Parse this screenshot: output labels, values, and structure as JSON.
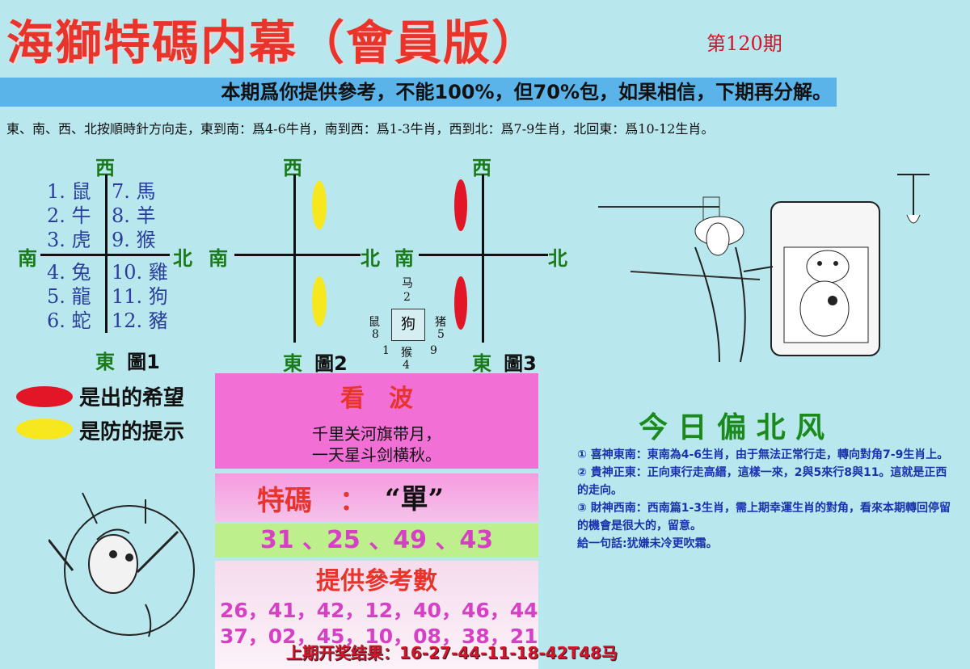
{
  "header": {
    "title": "海獅特碼内幕（會員版）",
    "issue": "第120期"
  },
  "banner": "本期爲你提供參考，不能100%，但70%包，如果相信，下期再分解。",
  "rule": "東、南、西、北按順時針方向走，東到南：爲4-6牛肖，南到西：爲1-3牛肖，西到北：爲7-9生肖，北回東：爲10-12生肖。",
  "directions": {
    "west": "西",
    "south": "南",
    "north": "北",
    "east": "東"
  },
  "figure1": {
    "label": "圖1",
    "left_top": [
      "1. 鼠",
      "2. 牛",
      "3. 虎"
    ],
    "right_top": [
      "7. 馬",
      "8. 羊",
      "9. 猴"
    ],
    "left_bottom": [
      "4. 兔",
      "5. 龍",
      "6. 蛇"
    ],
    "right_bottom": [
      "10. 雞",
      "11. 狗",
      "12. 豬"
    ]
  },
  "figure2": {
    "label": "圖2"
  },
  "figure3": {
    "label": "圖3"
  },
  "compass": {
    "center": "狗",
    "top_name": "马",
    "top_num": "2",
    "left_name": "鼠",
    "left_num": "8",
    "right_name": "猪",
    "right_num": "5",
    "bottom_name": "猴",
    "bottom_num": "4",
    "bottom_left_num": "1",
    "bottom_right_num": "9"
  },
  "legend": {
    "red_text": "是出的希望",
    "yellow_text": "是防的提示"
  },
  "center": {
    "heading": "看　波",
    "poem_line1": "千里关河旗带月，",
    "poem_line2": "一天星斗剑横秋。",
    "special_label": "特碼　：",
    "special_value": "“單”",
    "numbers": "31 、25 、49 、43",
    "ref_heading": "提供參考數",
    "ref_line1": "26，41，42，12，40，46，44",
    "ref_line2": "37，02，45，10，08，38，21",
    "last_result": "上期开奖结果：16-27-44-11-18-42T48马"
  },
  "right": {
    "heading": "今 日 偏 北 风",
    "tip1": "① 喜神東南：東南為4-6生肖，由于無法正常行走，轉向對角7-9生肖上。",
    "tip2": "② 貴神正東：正向東行走高縉，這樣一來，2與5來行8與11。這就是正西的走向。",
    "tip3": "③ 財神西南：西南篇1-3生肖，需上期幸運生肖的對角，看來本期轉回停留的機會是很大的，留意。",
    "tip4": "給一句話:犹嫌未冷更吹霜。"
  },
  "colors": {
    "title_red": "#e8342a",
    "banner_blue": "#5ab4ea",
    "hope_red": "#e21626",
    "warn_yellow": "#f7e71e"
  }
}
